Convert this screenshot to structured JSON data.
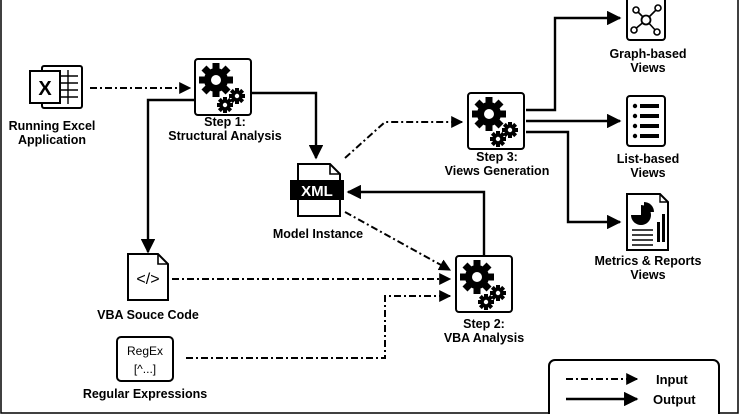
{
  "colors": {
    "stroke": "#000000",
    "background": "#ffffff"
  },
  "nodes": {
    "excel": {
      "icon": "excel-icon",
      "label_lines": [
        "Running Excel",
        "Application"
      ]
    },
    "step1": {
      "icon": "gears-icon",
      "label_lines": [
        "Step 1:",
        "Structural Analysis"
      ]
    },
    "vba_source": {
      "icon": "code-file-icon",
      "glyph": "</>",
      "label_lines": [
        "VBA Souce Code"
      ]
    },
    "regex": {
      "icon": "regex-box-icon",
      "glyph_lines": [
        "RegEx",
        "[^...]"
      ],
      "label_lines": [
        "Regular Expressions"
      ]
    },
    "xml": {
      "icon": "xml-file-icon",
      "glyph": "XML",
      "label_lines": [
        "Model Instance"
      ]
    },
    "step2": {
      "icon": "gears-icon",
      "label_lines": [
        "Step 2:",
        "VBA Analysis"
      ]
    },
    "step3": {
      "icon": "gears-icon",
      "label_lines": [
        "Step 3:",
        "Views Generation"
      ]
    },
    "graph_views": {
      "icon": "graph-icon",
      "label_lines": [
        "Graph-based",
        "Views"
      ]
    },
    "list_views": {
      "icon": "list-icon",
      "label_lines": [
        "List-based",
        "Views"
      ]
    },
    "metrics_views": {
      "icon": "report-icon",
      "label_lines": [
        "Metrics & Reports",
        "Views"
      ]
    }
  },
  "legend": {
    "input_label": "Input",
    "output_label": "Output"
  }
}
